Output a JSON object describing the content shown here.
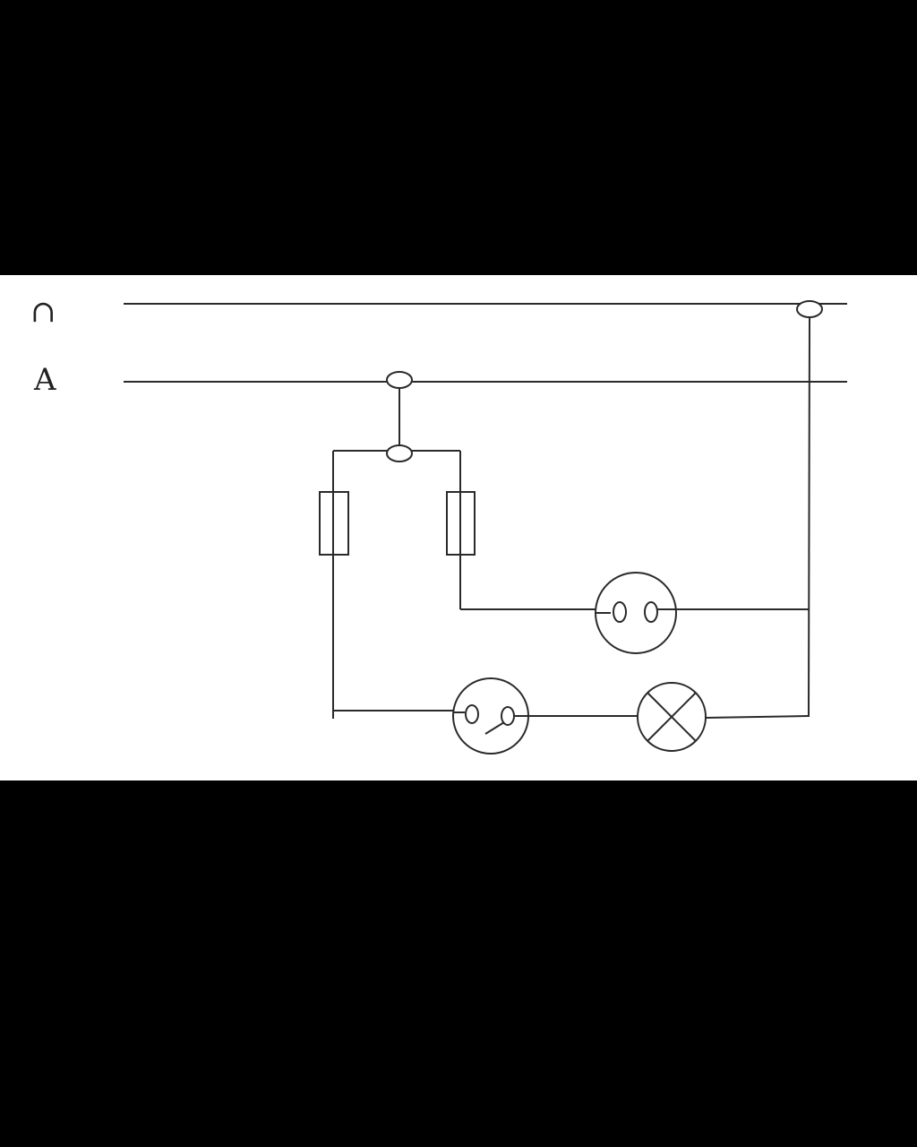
{
  "diagram": {
    "lines": [
      {
        "id": "line-1",
        "label": "∩"
      },
      {
        "id": "line-2",
        "label": "A"
      }
    ],
    "components": [
      {
        "type": "fuse",
        "name": "left-fuse"
      },
      {
        "type": "fuse",
        "name": "right-fuse"
      },
      {
        "type": "socket",
        "name": "socket-outlet"
      },
      {
        "type": "switch",
        "name": "light-switch"
      },
      {
        "type": "lamp",
        "name": "lamp"
      }
    ],
    "colors": {
      "background": "#ffffff",
      "letterbox": "#000000",
      "stroke": "#2a2a2a"
    }
  }
}
